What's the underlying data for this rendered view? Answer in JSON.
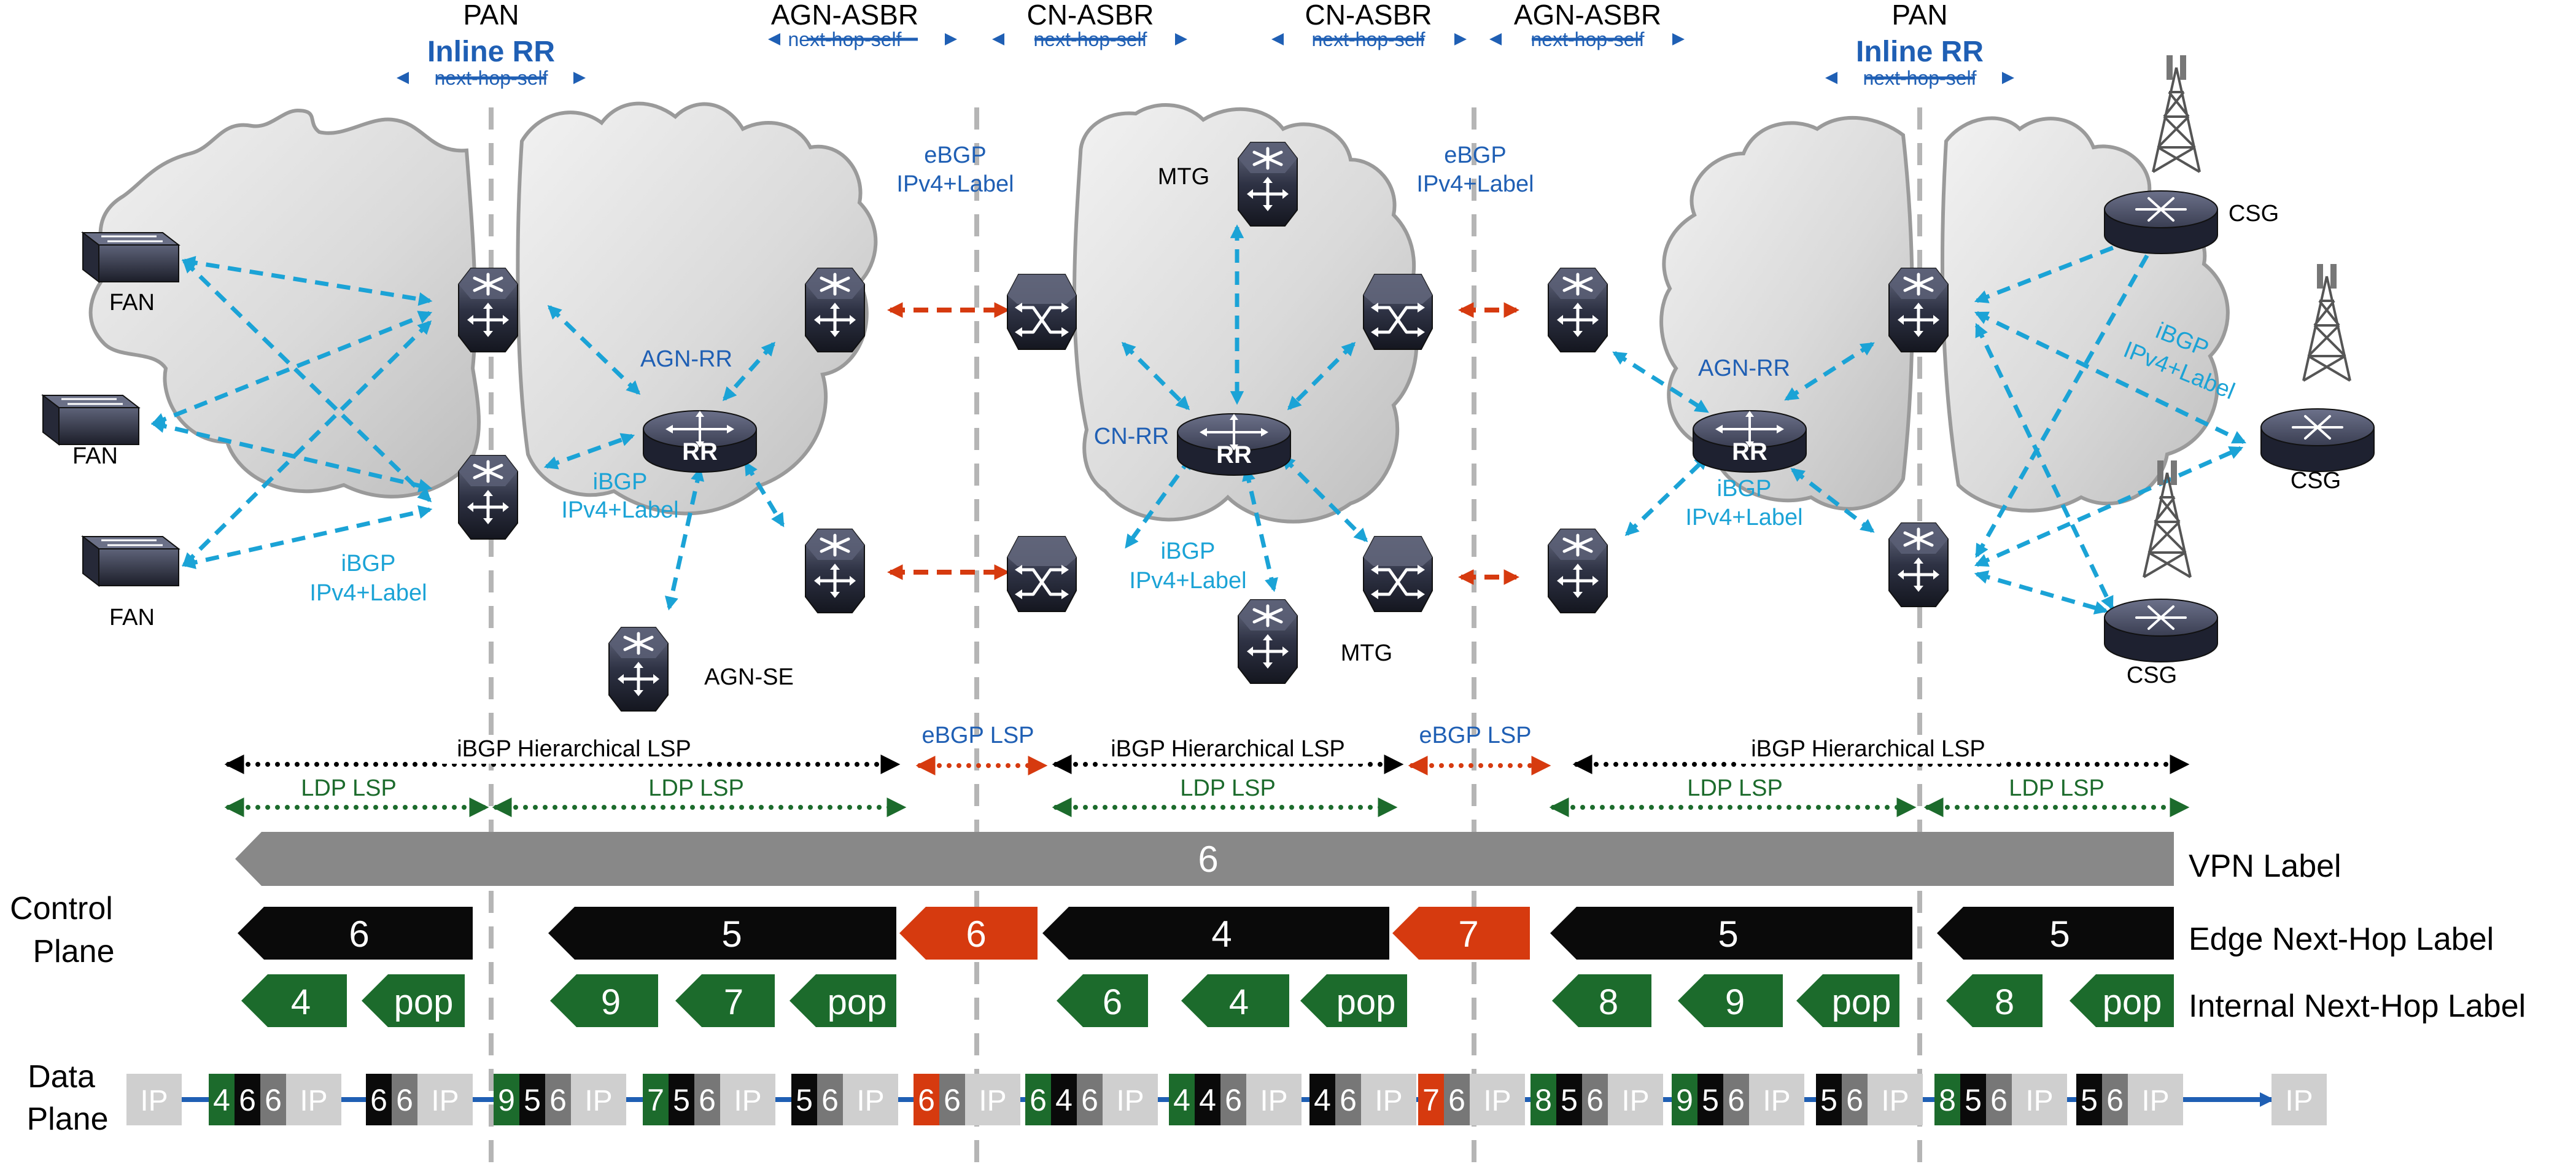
{
  "header": {
    "pan_left": {
      "title": "PAN",
      "subtitle": "Inline RR",
      "nhs": "next-hop-self"
    },
    "agn_asbr_left": {
      "title": "AGN-ASBR",
      "nhs": "next-hop-self"
    },
    "cn_asbr_left": {
      "title": "CN-ASBR",
      "nhs": "next-hop-self"
    },
    "cn_asbr_right": {
      "title": "CN-ASBR",
      "nhs": "next-hop-self"
    },
    "agn_asbr_right": {
      "title": "AGN-ASBR",
      "nhs": "next-hop-self"
    },
    "pan_right": {
      "title": "PAN",
      "subtitle": "Inline RR",
      "nhs": "next-hop-self"
    }
  },
  "labels": {
    "fan": "FAN",
    "agn_rr": "AGN-RR",
    "cn_rr": "CN-RR",
    "mtg": "MTG",
    "agn_se": "AGN-SE",
    "csg": "CSG",
    "rr": "RR",
    "ibgp": "iBGP",
    "ipv4_label": "IPv4+Label",
    "ebgp": "eBGP"
  },
  "lsp": {
    "ibgp_hier": "iBGP Hierarchical LSP",
    "ebgp_lsp": "eBGP LSP",
    "ldp_lsp": "LDP LSP"
  },
  "plane_labels": {
    "control": [
      "Control",
      "Plane"
    ],
    "data": [
      "Data",
      "Plane"
    ]
  },
  "row_labels": {
    "vpn": "VPN Label",
    "edge": "Edge Next-Hop Label",
    "internal": "Internal Next-Hop Label"
  },
  "vpn_label_value": "6",
  "edge_labels": [
    "6",
    "5",
    "6",
    "4",
    "7",
    "5",
    "5"
  ],
  "internal_labels": [
    "4",
    "pop",
    "9",
    "7",
    "pop",
    "6",
    "4",
    "pop",
    "8",
    "9",
    "pop",
    "8",
    "pop"
  ],
  "data_stacks": [
    [
      "IP"
    ],
    [
      "4",
      "6",
      "6",
      "IP"
    ],
    [
      "6",
      "6",
      "IP"
    ],
    [
      "9",
      "5",
      "6",
      "IP"
    ],
    [
      "7",
      "5",
      "6",
      "IP"
    ],
    [
      "5",
      "6",
      "IP"
    ],
    [
      "6",
      "6",
      "IP"
    ],
    [
      "6",
      "4",
      "6",
      "IP"
    ],
    [
      "4",
      "4",
      "6",
      "IP"
    ],
    [
      "4",
      "6",
      "IP"
    ],
    [
      "7",
      "6",
      "IP"
    ],
    [
      "8",
      "5",
      "6",
      "IP"
    ],
    [
      "9",
      "5",
      "6",
      "IP"
    ],
    [
      "5",
      "6",
      "IP"
    ],
    [
      "8",
      "5",
      "6",
      "IP"
    ],
    [
      "5",
      "6",
      "IP"
    ],
    [
      "IP"
    ]
  ],
  "colors": {
    "ibgp_blue": "#1ba3d6",
    "nhs_blue": "#1f5fb4",
    "ebgp_red": "#d63a0f",
    "ldp_green": "#1c6b2c",
    "vpn_gray": "#888888",
    "edge_black": "#0a0a0a",
    "ip_gray": "#cfcfcf",
    "divider_gray": "#b5b5b5"
  }
}
